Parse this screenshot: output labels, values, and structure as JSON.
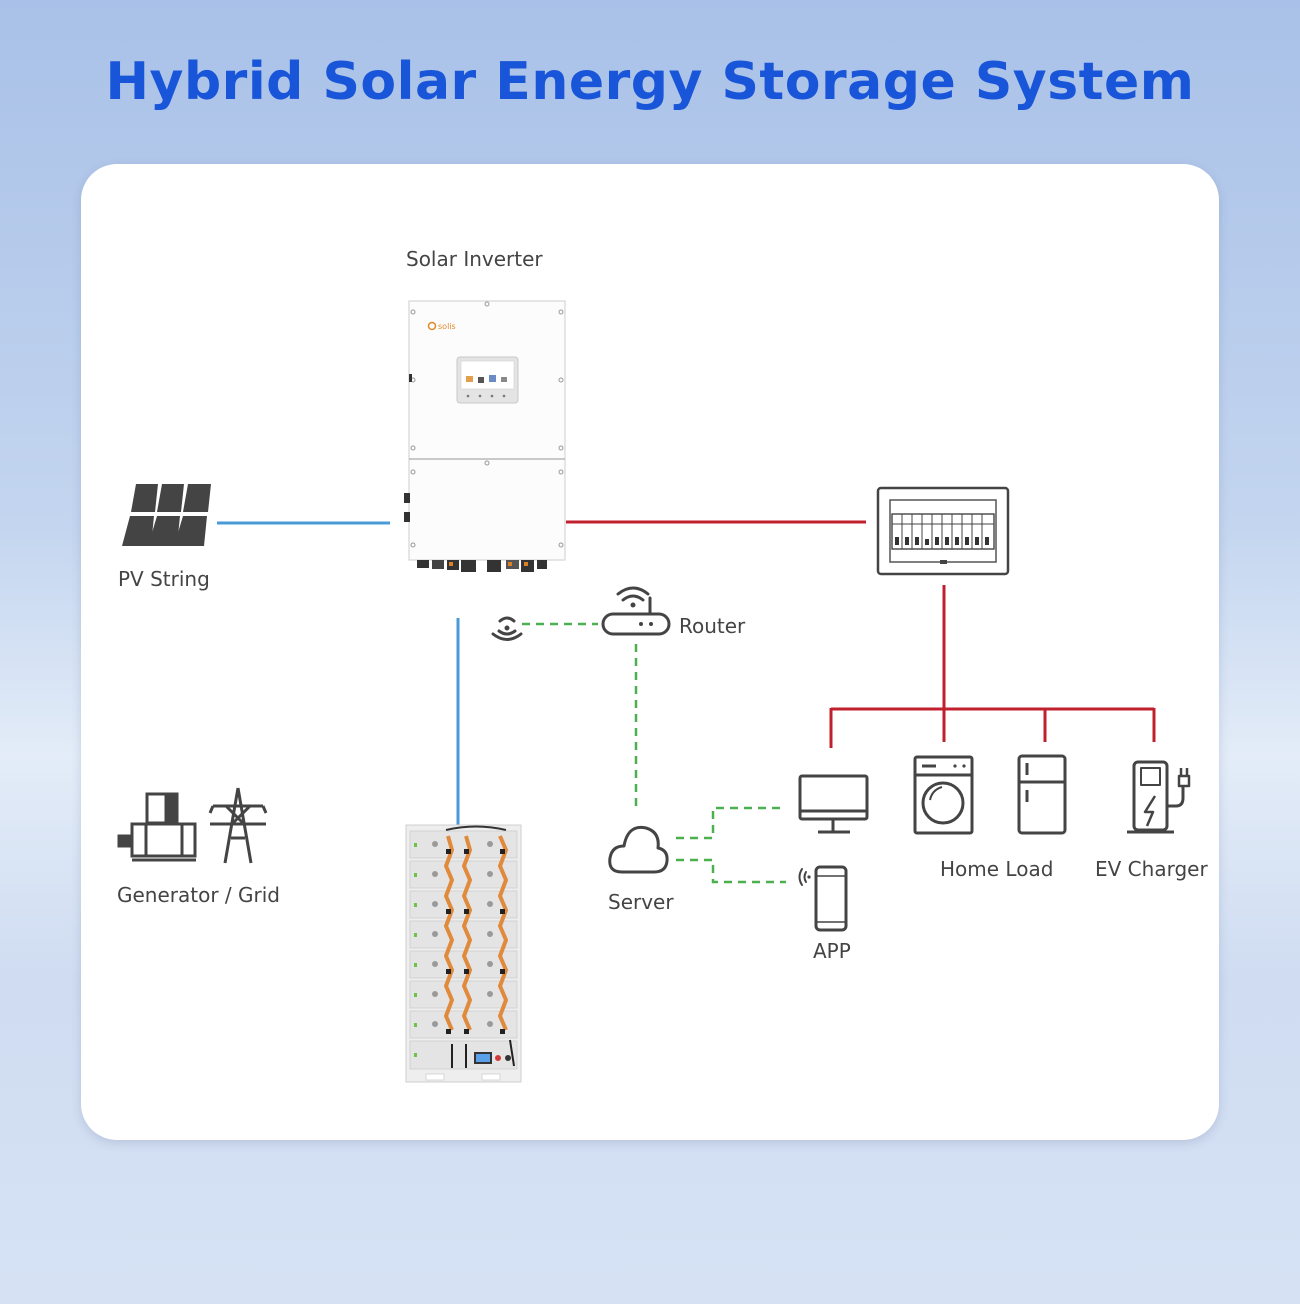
{
  "title": "Hybrid Solar Energy Storage System",
  "labels": {
    "solar_inverter": "Solar Inverter",
    "pv_string": "PV String",
    "router": "Router",
    "generator_grid": "Generator / Grid",
    "server": "Server",
    "app": "APP",
    "home_load": "Home Load",
    "ev_charger": "EV Charger"
  },
  "inverter_brand": "solis",
  "colors": {
    "title": "#1955d8",
    "dc_line": "#4a9ad8",
    "ac_line": "#c0202c",
    "comm_line": "#4caf50",
    "icon": "#444444"
  }
}
